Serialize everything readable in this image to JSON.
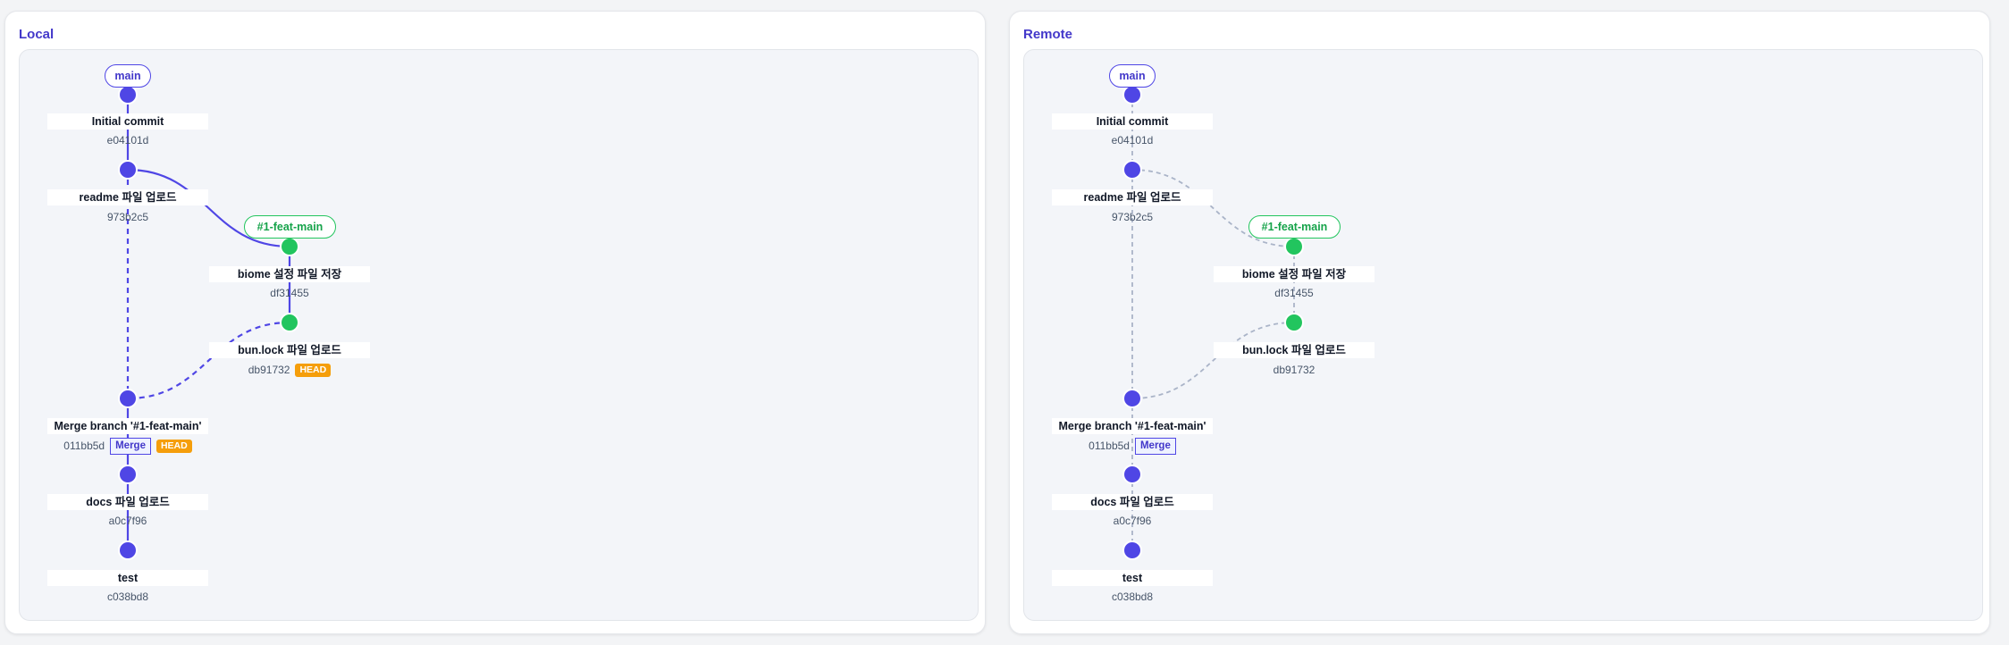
{
  "colors": {
    "main": "#4f46e5",
    "feat": "#22c55e",
    "remote_line": "#aab4c8",
    "head": "#f59e0b"
  },
  "panels": [
    {
      "title": "Local",
      "branches": {
        "main": "main",
        "feat": "#1-feat-main"
      },
      "commits": [
        {
          "message": "Initial commit",
          "hash": "e04101d"
        },
        {
          "message": "readme 파일 업로드",
          "hash": "973b2c5"
        },
        {
          "message": "biome 설정 파일 저장",
          "hash": "df31455"
        },
        {
          "message": "bun.lock 파일 업로드",
          "hash": "db91732",
          "head": "HEAD"
        },
        {
          "message": "Merge branch '#1-feat-main'",
          "hash": "011bb5d",
          "merge": "Merge",
          "head": "HEAD"
        },
        {
          "message": "docs 파일 업로드",
          "hash": "a0c7f96"
        },
        {
          "message": "test",
          "hash": "c038bd8"
        }
      ]
    },
    {
      "title": "Remote",
      "branches": {
        "main": "main",
        "feat": "#1-feat-main"
      },
      "commits": [
        {
          "message": "Initial commit",
          "hash": "e04101d"
        },
        {
          "message": "readme 파일 업로드",
          "hash": "973b2c5"
        },
        {
          "message": "biome 설정 파일 저장",
          "hash": "df31455"
        },
        {
          "message": "bun.lock 파일 업로드",
          "hash": "db91732"
        },
        {
          "message": "Merge branch '#1-feat-main'",
          "hash": "011bb5d",
          "merge": "Merge"
        },
        {
          "message": "docs 파일 업로드",
          "hash": "a0c7f96"
        },
        {
          "message": "test",
          "hash": "c038bd8"
        }
      ]
    }
  ]
}
